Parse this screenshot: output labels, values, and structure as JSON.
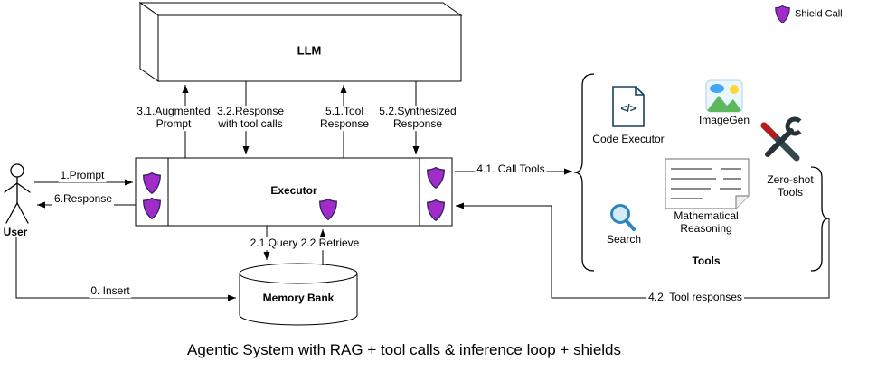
{
  "caption": "Agentic System with RAG + tool calls & inference loop + shields",
  "legend": {
    "label": "Shield Call"
  },
  "colors": {
    "shield_fill": "#a12cc9",
    "shield_stroke": "#2c2460",
    "search_blue": "#2e86c1",
    "code_navy": "#16405f",
    "line": "#000000"
  },
  "nodes": {
    "llm": {
      "label": "LLM"
    },
    "executor": {
      "label": "Executor"
    },
    "memory_bank": {
      "label": "Memory Bank"
    },
    "user": {
      "label": "User"
    }
  },
  "edges": {
    "insert": {
      "label": "0. Insert"
    },
    "prompt": {
      "label": "1.Prompt"
    },
    "query": {
      "label": "2.1 Query"
    },
    "retrieve": {
      "label": "2.2 Retrieve"
    },
    "augmented_prompt": {
      "label": "3.1.Augmented\nPrompt"
    },
    "response_tool_calls": {
      "label": "3.2.Response\nwith tool calls"
    },
    "call_tools": {
      "label": "4.1. Call Tools"
    },
    "tool_responses": {
      "label": "4.2. Tool responses"
    },
    "tool_response": {
      "label": "5.1.Tool\nResponse"
    },
    "synthesized_response": {
      "label": "5.2.Synthesized\nResponse"
    },
    "response": {
      "label": "6.Response"
    }
  },
  "tools_group": {
    "label": "Tools",
    "items": {
      "code_executor": {
        "label": "Code Executor",
        "glyph": "</>"
      },
      "imagegen": {
        "label": "ImageGen"
      },
      "search": {
        "label": "Search"
      },
      "math_reasoning": {
        "label": "Mathematical\nReasoning"
      },
      "zero_shot": {
        "label": "Zero-shot\nTools"
      }
    }
  },
  "icons": [
    "shield-icon",
    "code-file-icon",
    "image-icon",
    "search-icon",
    "math-document-icon",
    "crossed-tools-icon",
    "stick-figure-icon"
  ]
}
